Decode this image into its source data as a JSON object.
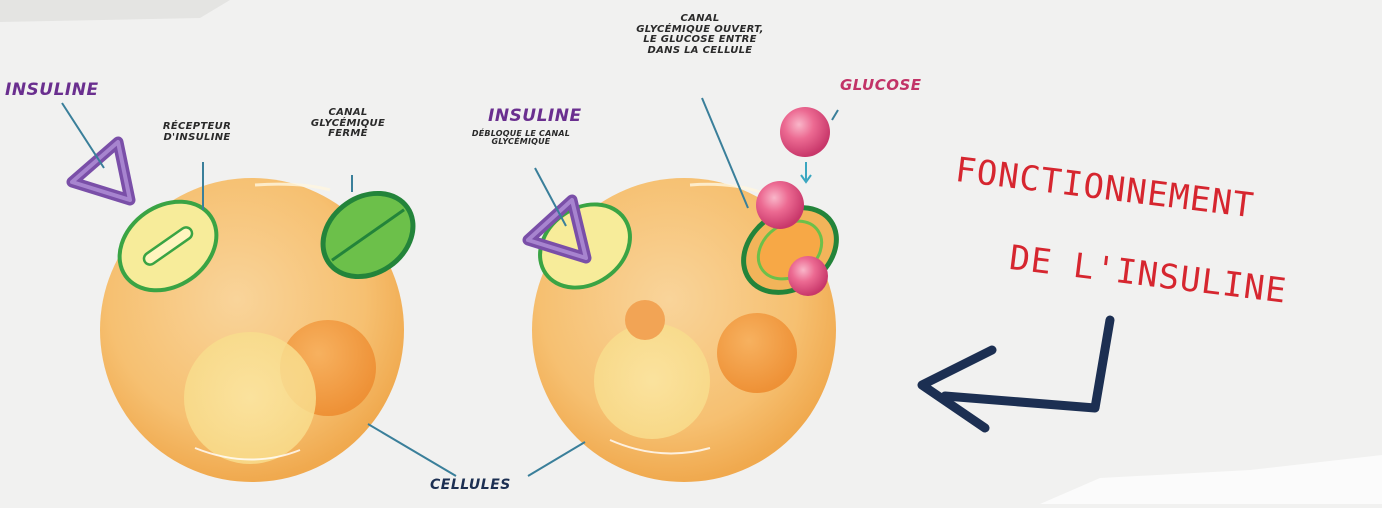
{
  "title": {
    "line1": "FONCTIONNEMENT",
    "line2": "DE L'INSULINE"
  },
  "labels": {
    "insulin_left": "INSULINE",
    "receptor_line1": "RÉCEPTEUR",
    "receptor_line2": "D'INSULINE",
    "closed_channel_line1": "CANAL",
    "closed_channel_line2": "GLYCÉMIQUE",
    "closed_channel_line3": "FERMÉ",
    "insulin_right": "INSULINE",
    "insulin_right_sub1": "DÉBLOQUE LE CANAL",
    "insulin_right_sub2": "GLYCÉMIQUE",
    "open_channel_line1": "CANAL",
    "open_channel_line2": "GLYCÉMIQUE OUVERT,",
    "open_channel_line3": "LE GLUCOSE ENTRE",
    "open_channel_line4": "DANS LA CELLULE",
    "glucose": "GLUCOSE",
    "cells": "CELLULES"
  },
  "colors": {
    "background": "#f1f1f0",
    "cell": "#f6c478",
    "title_red": "#d6262f",
    "insulin_purple": "#7a4fa8",
    "receptor_green": "#2f9a3c",
    "glucose_pink": "#e05a86",
    "arrow_navy": "#1c2f52",
    "leader_line": "#3a7f9a"
  }
}
